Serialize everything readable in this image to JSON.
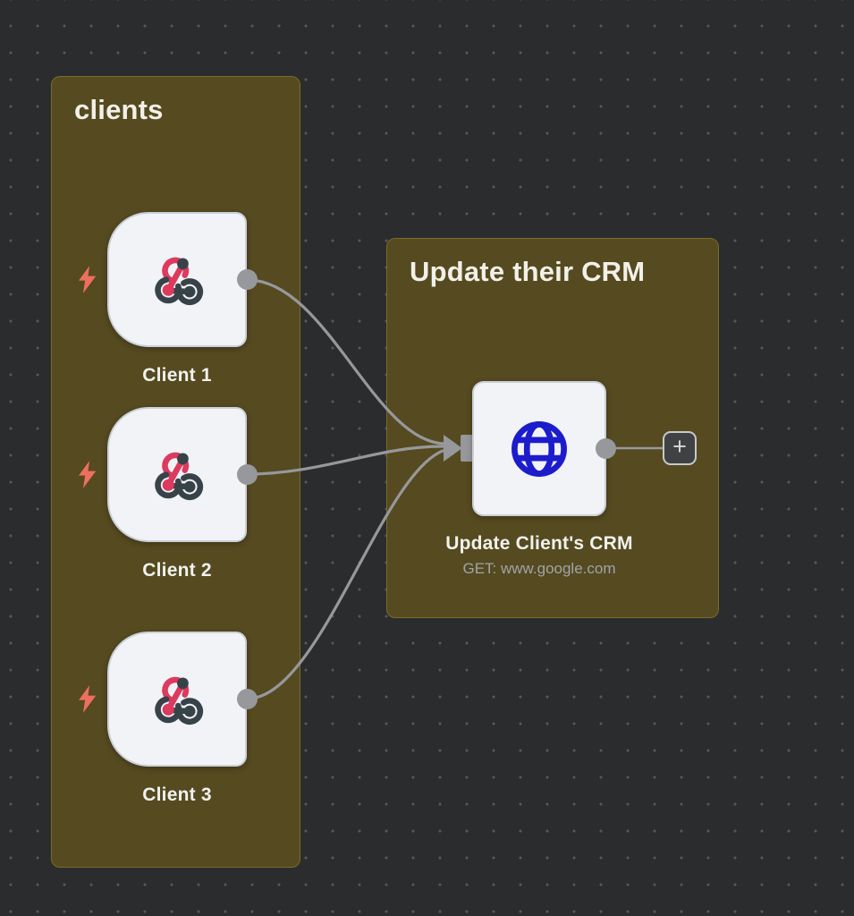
{
  "canvas": {
    "background": "#2b2c2d",
    "dot_color": "#565758"
  },
  "groups": {
    "clients": {
      "title": "clients"
    },
    "crm": {
      "title": "Update their CRM"
    }
  },
  "nodes": {
    "client1": {
      "label": "Client 1",
      "type": "webhook-trigger"
    },
    "client2": {
      "label": "Client 2",
      "type": "webhook-trigger"
    },
    "client3": {
      "label": "Client 3",
      "type": "webhook-trigger"
    },
    "http": {
      "label": "Update Client's CRM",
      "sublabel": "GET: www.google.com",
      "type": "http-request"
    }
  },
  "controls": {
    "add_node_label": "+"
  },
  "colors": {
    "canvas_bg": "#2b2c2d",
    "dot_color": "#565758",
    "group_fill": "#554a20",
    "group_border": "#7a6c2a",
    "group_title": "#f2f0e8",
    "node_fill": "#f2f3f6",
    "node_border": "#cbd0d8",
    "connector": "#97989c",
    "webhook_pink": "#dc3a5e",
    "webhook_dark": "#384249",
    "globe_blue": "#1c1ccd",
    "bolt": "#ee6f5f",
    "label": "#f1f1ee",
    "sublabel": "#a2a4a8"
  }
}
